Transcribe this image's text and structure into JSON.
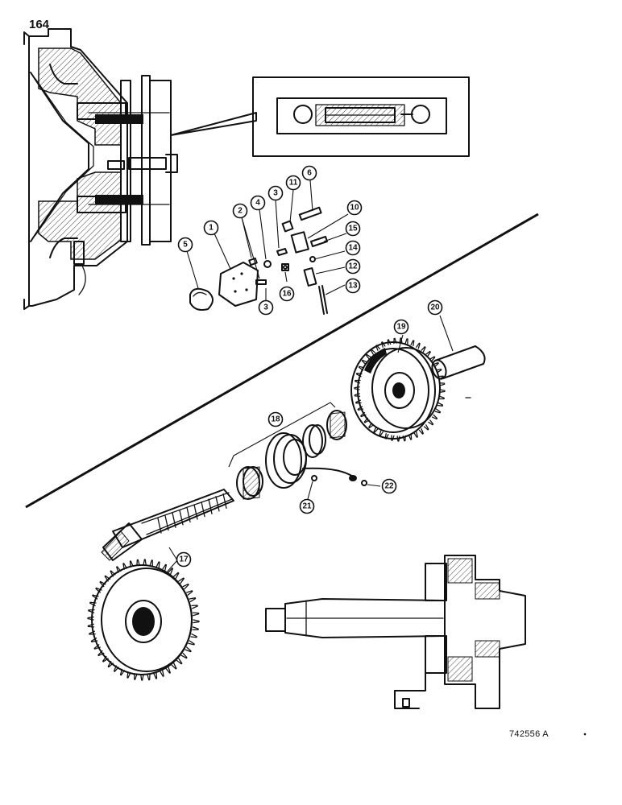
{
  "page": {
    "number": "164",
    "figure_id": "742556 A"
  },
  "callouts": [
    {
      "id": "c1",
      "label": "1"
    },
    {
      "id": "c2",
      "label": "2"
    },
    {
      "id": "c3a",
      "label": "3"
    },
    {
      "id": "c3b",
      "label": "3"
    },
    {
      "id": "c4",
      "label": "4"
    },
    {
      "id": "c5",
      "label": "5"
    },
    {
      "id": "c6",
      "label": "6"
    },
    {
      "id": "c10",
      "label": "10"
    },
    {
      "id": "c11",
      "label": "11"
    },
    {
      "id": "c12",
      "label": "12"
    },
    {
      "id": "c13",
      "label": "13"
    },
    {
      "id": "c14",
      "label": "14"
    },
    {
      "id": "c15",
      "label": "15"
    },
    {
      "id": "c16",
      "label": "16"
    },
    {
      "id": "c17",
      "label": "17"
    },
    {
      "id": "c18",
      "label": "18"
    },
    {
      "id": "c19",
      "label": "19"
    },
    {
      "id": "c20",
      "label": "20"
    },
    {
      "id": "c21",
      "label": "21"
    },
    {
      "id": "c22",
      "label": "22"
    }
  ],
  "colors": {
    "ink": "#111111",
    "paper": "#ffffff"
  }
}
